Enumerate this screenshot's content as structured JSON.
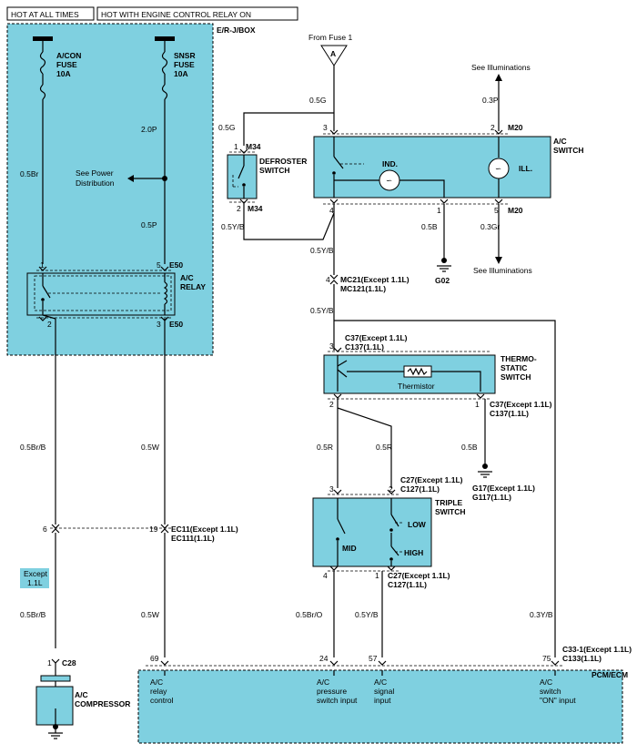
{
  "header": {
    "hot_all_times": "HOT AT ALL TIMES",
    "hot_relay_on": "HOT WITH ENGINE CONTROL RELAY ON",
    "box_label": "E/R-J/BOX"
  },
  "fuses": {
    "acon": {
      "l1": "A/CON",
      "l2": "FUSE",
      "l3": "10A"
    },
    "snsr": {
      "l1": "SNSR",
      "l2": "FUSE",
      "l3": "10A"
    }
  },
  "relay": {
    "l1": "A/C",
    "l2": "RELAY",
    "conn": "E50",
    "pin1": "1",
    "pin5": "5",
    "pin2": "2",
    "pin3": "3"
  },
  "see_power": {
    "l1": "See Power",
    "l2": "Distribution"
  },
  "wires": {
    "w20p": "2.0P",
    "w05br": "0.5Br",
    "w05p": "0.5P",
    "w05brb": "0.5Br/B",
    "w05w": "0.5W",
    "w05g_top": "0.5G",
    "w05g_left": "0.5G",
    "w03p": "0.3P",
    "w05yb_def": "0.5Y/B",
    "w05yb1": "0.5Y/B",
    "w05yb2": "0.5Y/B",
    "w05b_g02": "0.5B",
    "w03gr": "0.3Gr",
    "w05r_l": "0.5R",
    "w05r_r": "0.5R",
    "w05b_g17": "0.5B",
    "w05bro": "0.5Br/O",
    "w05yb3": "0.5Y/B",
    "w03yb": "0.3Y/B"
  },
  "fuse1": {
    "label": "From Fuse 1",
    "letter": "A"
  },
  "illum": {
    "top": "See Illuminations",
    "bottom": "See Illuminations"
  },
  "ac_switch": {
    "l1": "A/C",
    "l2": "SWITCH",
    "conn": "M20",
    "conn_b": "M20",
    "ind": "IND.",
    "ill": "ILL.",
    "pin3": "3",
    "pin2": "2",
    "pin4": "4",
    "pin1": "1",
    "pin5": "5"
  },
  "defroster": {
    "l1": "DEFROSTER",
    "l2": "SWITCH",
    "conn_t": "M34",
    "conn_b": "M34",
    "pin1": "1",
    "pin2": "2"
  },
  "grounds": {
    "g02": "G02",
    "g17a": "G17(Except 1.1L)",
    "g17b": "G117(1.1L)"
  },
  "connectors": {
    "mc21a": "MC21(Except 1.1L)",
    "mc21b": "MC121(1.1L)",
    "mc21pin": "4",
    "c37ta": "C37(Except 1.1L)",
    "c37tb": "C137(1.1L)",
    "c37ba": "C37(Except 1.1L)",
    "c37bb": "C137(1.1L)",
    "c27ta": "C27(Except 1.1L)",
    "c27tb": "C127(1.1L)",
    "c27ba": "C27(Except 1.1L)",
    "c27bb": "C127(1.1L)",
    "ec11a": "EC11(Except 1.1L)",
    "ec11b": "EC111(1.1L)",
    "ec_pin6": "6",
    "ec_pin19": "19",
    "c33a": "C33-1(Except 1.1L)",
    "c33b": "C133(1.1L)",
    "c28": "C28",
    "c28pin": "1"
  },
  "thermo": {
    "l1": "THERMO-",
    "l2": "STATIC",
    "l3": "SWITCH",
    "thermistor": "Thermistor",
    "pin3": "3",
    "pin2": "2",
    "pin1": "1"
  },
  "triple": {
    "l1": "TRIPLE",
    "l2": "SWITCH",
    "low": "LOW",
    "mid": "MID",
    "high": "HIGH",
    "pin3": "3",
    "pin2": "2",
    "pin4": "4",
    "pin1": "1"
  },
  "except_tag": {
    "l1": "Except",
    "l2": "1.1L"
  },
  "compressor": {
    "l1": "A/C",
    "l2": "COMPRESSOR"
  },
  "pcm": {
    "label": "PCM/ECM",
    "pin69": "69",
    "pin24": "24",
    "pin57": "57",
    "pin75": "75",
    "relay_ctrl": [
      "A/C",
      "relay",
      "control"
    ],
    "pressure": [
      "A/C",
      "pressure",
      "switch input"
    ],
    "signal": [
      "A/C",
      "signal",
      "input"
    ],
    "switch_on": [
      "A/C",
      "switch",
      "\"ON\" input"
    ]
  }
}
